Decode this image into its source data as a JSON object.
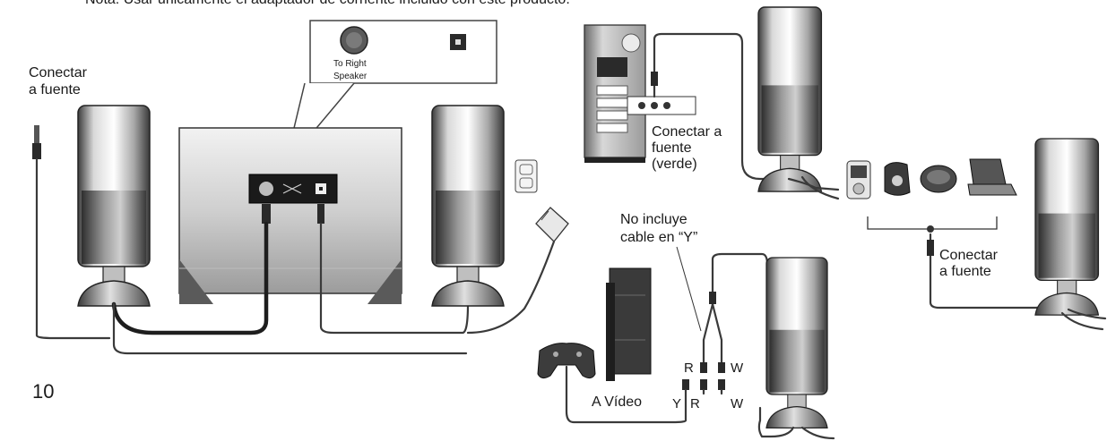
{
  "header_text": "Nota: Usar únicamente el adaptador de corriente incluido con este producto.",
  "page_number": "10",
  "callout": {
    "to_right_speaker_line1": "To Right",
    "to_right_speaker_line2": "Speaker"
  },
  "labels": {
    "connect_source_left_line1": "Conectar",
    "connect_source_left_line2": "a fuente",
    "connect_source_green_line1": "Conectar a",
    "connect_source_green_line2": "fuente",
    "connect_source_green_line3": "(verde)",
    "no_y_cable_line1": "No incluye",
    "no_y_cable_line2": "cable en “Y”",
    "connect_source_right_line1": "Conectar",
    "connect_source_right_line2": "a fuente",
    "to_video": "A Vídeo",
    "plug_r_top": "R",
    "plug_w_top": "W",
    "plug_y_bottom": "Y",
    "plug_r_bottom": "R",
    "plug_w_bottom": "W"
  },
  "icons": [
    "speaker-icon",
    "subwoofer-icon",
    "power-adapter-icon",
    "wall-outlet-icon",
    "desktop-computer-icon",
    "game-console-icon",
    "gamepad-icon",
    "mp3-player-icon",
    "cd-player-icon",
    "laptop-icon"
  ]
}
